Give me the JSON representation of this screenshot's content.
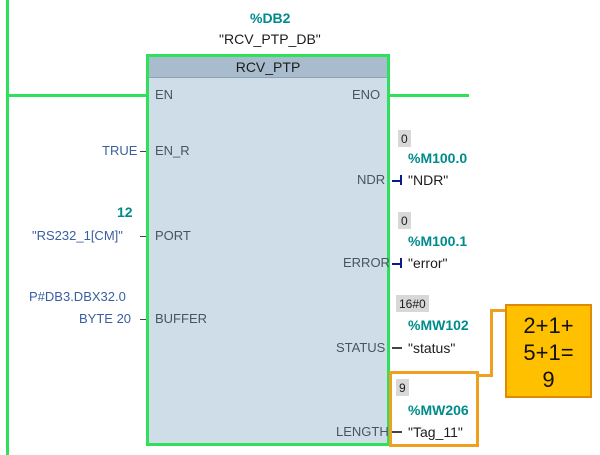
{
  "block": {
    "instance_address": "%DB2",
    "instance_name": "\"RCV_PTP_DB\"",
    "title": "RCV_PTP"
  },
  "inputs": {
    "en": {
      "pin": "EN"
    },
    "en_r": {
      "pin": "EN_R",
      "value": "TRUE"
    },
    "port": {
      "pin": "PORT",
      "value": "12",
      "tag": "\"RS232_1[CM]\""
    },
    "buffer": {
      "pin": "BUFFER",
      "value_line1": "P#DB3.DBX32.0",
      "value_line2": "BYTE 20"
    }
  },
  "outputs": {
    "eno": {
      "pin": "ENO"
    },
    "ndr": {
      "pin": "NDR",
      "monitor": "0",
      "address": "%M100.0",
      "tag": "\"NDR\""
    },
    "error": {
      "pin": "ERROR",
      "monitor": "0",
      "address": "%M100.1",
      "tag": "\"error\""
    },
    "status": {
      "pin": "STATUS",
      "monitor": "16#0",
      "address": "%MW102",
      "tag": "\"status\""
    },
    "length": {
      "pin": "LENGTH",
      "monitor": "9",
      "address": "%MW206",
      "tag": "\"Tag_11\""
    }
  },
  "annotation": {
    "line1": "2+1+",
    "line2": "5+1=",
    "line3": "9"
  },
  "colors": {
    "rung": "#2ee05a",
    "block_fill": "#cfdde8",
    "block_header": "#a9bccd",
    "highlight": "#f0a020",
    "annotation_fill": "#ffc000"
  }
}
